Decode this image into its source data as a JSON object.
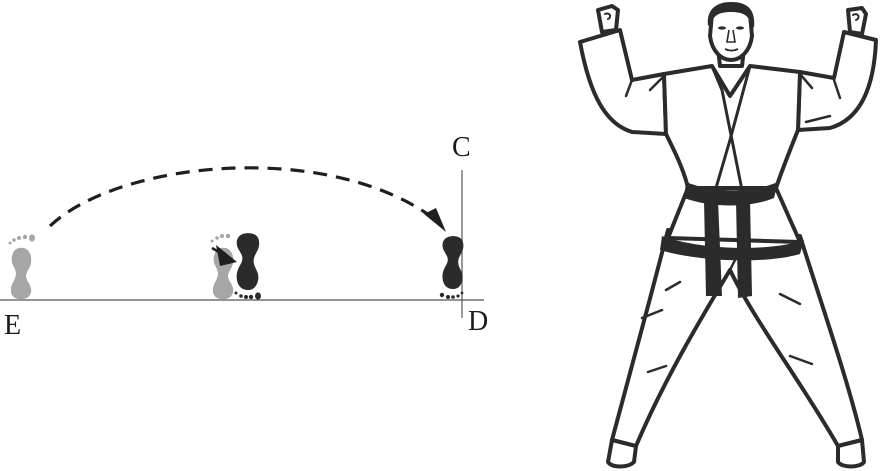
{
  "diagram": {
    "type": "karate-stance-footwork",
    "labels": {
      "e": "E",
      "c": "C",
      "d": "D"
    },
    "footprints": [
      {
        "id": "start-left-foot",
        "shade": "light",
        "color": "#a6a6a6"
      },
      {
        "id": "mid-left-foot",
        "shade": "light",
        "color": "#a6a6a6"
      },
      {
        "id": "mid-right-foot",
        "shade": "dark",
        "color": "#2b2b2b"
      },
      {
        "id": "end-right-foot",
        "shade": "dark",
        "color": "#2b2b2b"
      }
    ],
    "movement_arrows": [
      {
        "id": "arc-arrow",
        "style": "dashed",
        "from": "start-left-foot",
        "to": "end-right-foot"
      },
      {
        "id": "short-arrow",
        "style": "solid",
        "from": "mid-left-foot",
        "to": "mid-right-foot"
      }
    ],
    "figure": {
      "subject": "karate-practitioner",
      "attire": "gi",
      "belt": "black",
      "pose": "arms-raised-wide-stance"
    },
    "colors": {
      "ink": "#2b2b2b",
      "light_foot": "#a6a6a6",
      "line": "#555555",
      "background": "#ffffff"
    }
  }
}
